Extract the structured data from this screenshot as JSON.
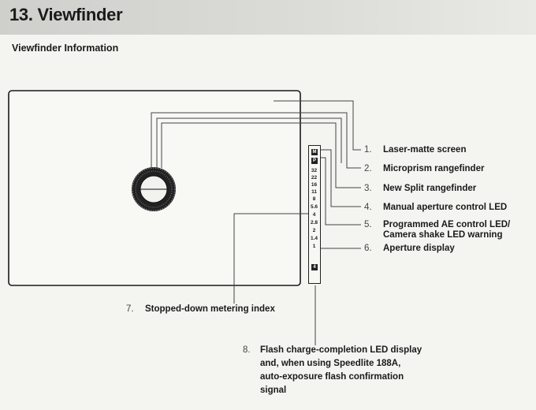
{
  "page": {
    "title": "13. Viewfinder",
    "section": "Viewfinder Information"
  },
  "indicators": {
    "manual_mark": "M",
    "program_mark": "P",
    "flash_mark": "4",
    "aperture_values": [
      "32",
      "22",
      "16",
      "11",
      "8",
      "5.6",
      "4",
      "2.8",
      "2",
      "1.4",
      "1"
    ]
  },
  "callouts": [
    {
      "num": "1.",
      "text": "Laser-matte screen"
    },
    {
      "num": "2.",
      "text": "Microprism rangefinder"
    },
    {
      "num": "3.",
      "text": "New Split rangefinder"
    },
    {
      "num": "4.",
      "text": "Manual aperture control LED"
    },
    {
      "num": "5.",
      "text": "Programmed AE control LED/",
      "text2": "Camera shake LED warning"
    },
    {
      "num": "6.",
      "text": "Aperture display"
    },
    {
      "num": "7.",
      "text": "Stopped-down metering index"
    },
    {
      "num": "8.",
      "lines": [
        "Flash charge-completion LED display",
        "and, when using Speedlite 188A,",
        "auto-exposure flash confirmation",
        "signal"
      ]
    }
  ]
}
